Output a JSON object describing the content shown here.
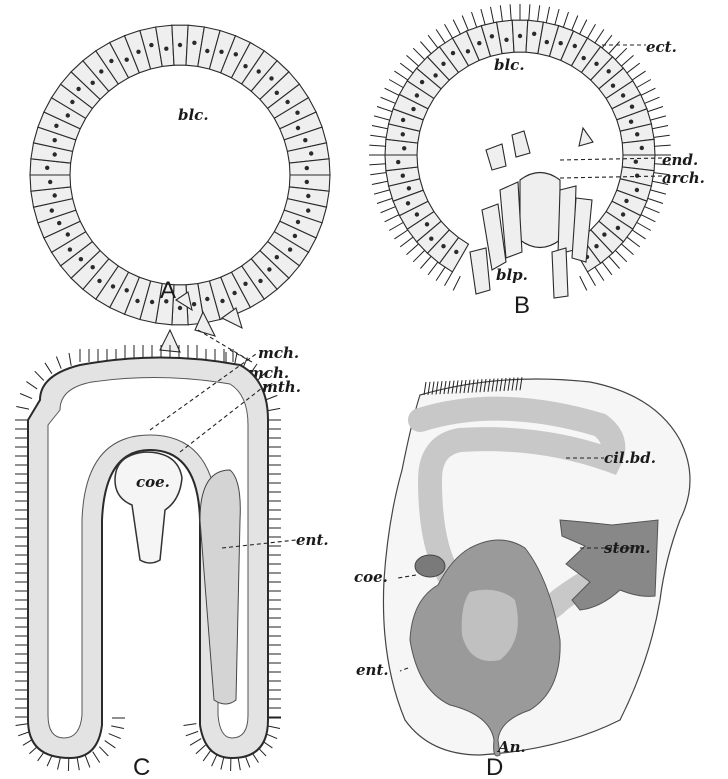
{
  "panels": [
    {
      "id": "A",
      "letter": "A",
      "labels": {
        "blc": "blc.",
        "mch": "mch."
      }
    },
    {
      "id": "B",
      "letter": "B",
      "labels": {
        "ect": "ect.",
        "blc": "blc.",
        "end": "end.",
        "arch": "arch.",
        "blp": "blp."
      }
    },
    {
      "id": "C",
      "letter": "C",
      "labels": {
        "mch": "mch.",
        "mth": "mth.",
        "coe": "coe.",
        "ent": "ent."
      }
    },
    {
      "id": "D",
      "letter": "D",
      "labels": {
        "cilbd": "cil.bd.",
        "stom": "stom.",
        "coe": "coe.",
        "ent": "ent.",
        "an": "An."
      }
    }
  ]
}
